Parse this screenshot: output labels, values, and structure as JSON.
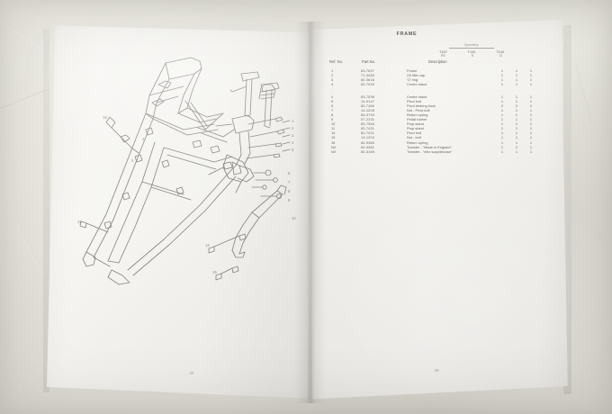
{
  "photo": {
    "subject": "open-motorcycle-parts-manual",
    "surface_color": "#e7e5dd",
    "paper_color": "#f4f3ef"
  },
  "left_page": {
    "page_number": "42",
    "content": "frame-exploded-diagram"
  },
  "right_page": {
    "page_number": "43",
    "section_title": "FRAME",
    "quantity_header": {
      "label": "Quantity",
      "models": [
        "T167",
        "T140",
        "T140"
      ],
      "sub_models": [
        "RV",
        "E",
        "D"
      ]
    },
    "columns": {
      "ref": "Ref. No.",
      "part": "Part No.",
      "description": "Description"
    },
    "rows": [
      {
        "ref": "1",
        "part": "83-7637",
        "desc": "Frame",
        "q1": "1",
        "q2": "1",
        "q3": "1"
      },
      {
        "ref": "2",
        "part": "71-3483",
        "desc": "Oil filler cap",
        "q1": "1",
        "q2": "1",
        "q3": "1"
      },
      {
        "ref": "3",
        "part": "60-3616",
        "desc": "'O' ring",
        "q1": "1",
        "q2": "1",
        "q3": "1"
      },
      {
        "ref": "4",
        "part": "82-7533",
        "desc": "Centre stand",
        "q1": "1",
        "q2": "1",
        "q3": "1"
      },
      {
        "ref": "",
        "part": "",
        "desc": "",
        "q1": "",
        "q2": "",
        "q3": ""
      },
      {
        "ref": "4",
        "part": "83-7536",
        "desc": "Centre stand",
        "q1": "1",
        "q2": "1",
        "q3": "1"
      },
      {
        "ref": "5",
        "part": "14-0147",
        "desc": "Pivot bolt",
        "q1": "1",
        "q2": "1",
        "q3": "1"
      },
      {
        "ref": "6",
        "part": "82-7460",
        "desc": "Pivot bearing bush",
        "q1": "2",
        "q2": "2",
        "q3": "2"
      },
      {
        "ref": "7",
        "part": "14-1205",
        "desc": "Nut - Pivot bolt",
        "q1": "1",
        "q2": "1",
        "q3": "1"
      },
      {
        "ref": "8",
        "part": "83-3793",
        "desc": "Return spring",
        "q1": "1",
        "q2": "1",
        "q3": "1"
      },
      {
        "ref": "9",
        "part": "57-2331",
        "desc": "Pedal rubber",
        "q1": "1",
        "q2": "1",
        "q3": "1"
      },
      {
        "ref": "10",
        "part": "83-7553",
        "desc": "Prop stand",
        "q1": "1",
        "q2": "1",
        "q3": "1"
      },
      {
        "ref": "11",
        "part": "83-7421",
        "desc": "Prop stand",
        "q1": "1",
        "q2": "1",
        "q3": "1"
      },
      {
        "ref": "14",
        "part": "82-7021",
        "desc": "Pivot bolt",
        "q1": "1",
        "q2": "1",
        "q3": "1"
      },
      {
        "ref": "15",
        "part": "14-1203",
        "desc": "Nut - bolt",
        "q1": "1",
        "q2": "1",
        "q3": "1"
      },
      {
        "ref": "16",
        "part": "82-9380",
        "desc": "Return spring",
        "q1": "1",
        "q2": "1",
        "q3": "1"
      },
      {
        "ref": "N/I",
        "part": "60-3361",
        "desc": "Transfer - \"Made in England\"",
        "q1": "1",
        "q2": "1",
        "q3": "1"
      },
      {
        "ref": "N/I",
        "part": "60-3169",
        "desc": "Transfer - \"who supplies/use\"",
        "q1": "1",
        "q2": "1",
        "q3": "1"
      }
    ]
  }
}
